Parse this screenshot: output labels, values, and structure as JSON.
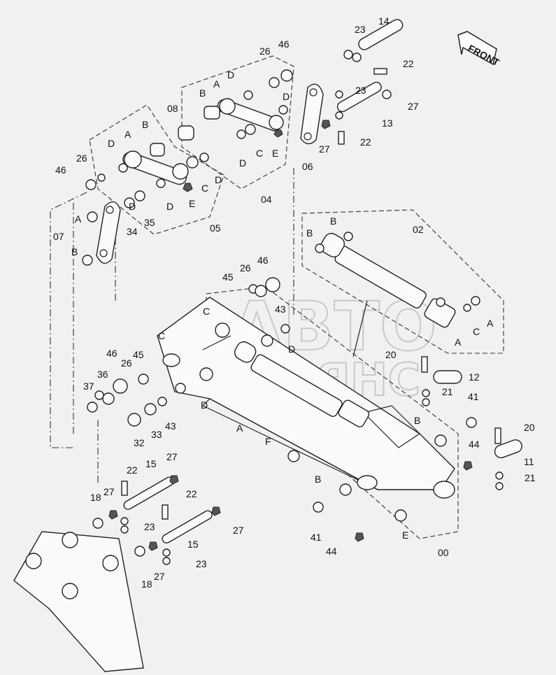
{
  "watermark": {
    "line1": "АВТО",
    "line2": "АЛЬЯНС"
  },
  "front_label": "FRONT",
  "callouts": {
    "c14": "14",
    "c23a": "23",
    "c22a": "22",
    "c46a": "46",
    "c26a": "26",
    "c23b": "23",
    "c27a": "27",
    "c13": "13",
    "c27b": "27",
    "c22b": "22",
    "c06": "06",
    "c04": "04",
    "c08": "08",
    "c05": "05",
    "c26b": "26",
    "c46b": "46",
    "c07": "07",
    "c34": "34",
    "c35": "35",
    "c02": "02",
    "c26c": "26",
    "c46c": "46",
    "c45a": "45",
    "c43a": "43",
    "c46d": "46",
    "c45b": "45",
    "c26d": "26",
    "c36": "36",
    "c37": "37",
    "c32": "32",
    "c33": "33",
    "c43b": "43",
    "c20a": "20",
    "c12": "12",
    "c21a": "21",
    "c41a": "41",
    "c44a": "44",
    "c20b": "20",
    "c11": "11",
    "c21b": "21",
    "c41b": "41",
    "c44b": "44",
    "c00": "00",
    "c15a": "15",
    "c22c": "22",
    "c27c": "27",
    "c18a": "18",
    "c23c": "23",
    "c22d": "22",
    "c15b": "15",
    "c27d": "27",
    "c27e": "27",
    "c23d": "23",
    "c18b": "18"
  },
  "letters": {
    "A1": "A",
    "B1": "B",
    "D1": "D",
    "D2": "D",
    "C1": "C",
    "E1": "E",
    "D3": "D",
    "A2": "A",
    "B2": "B",
    "D4": "D",
    "D5": "D",
    "C2": "C",
    "E2": "E",
    "D6": "D",
    "D7": "D",
    "A3": "A",
    "B3": "B",
    "B4": "B",
    "B5": "B",
    "A4": "A",
    "C3": "C",
    "A5": "A",
    "C4": "C",
    "C5": "C",
    "D8": "D",
    "D9": "D",
    "A6": "A",
    "F1": "F",
    "B6": "B",
    "B7": "B",
    "E3": "E"
  }
}
